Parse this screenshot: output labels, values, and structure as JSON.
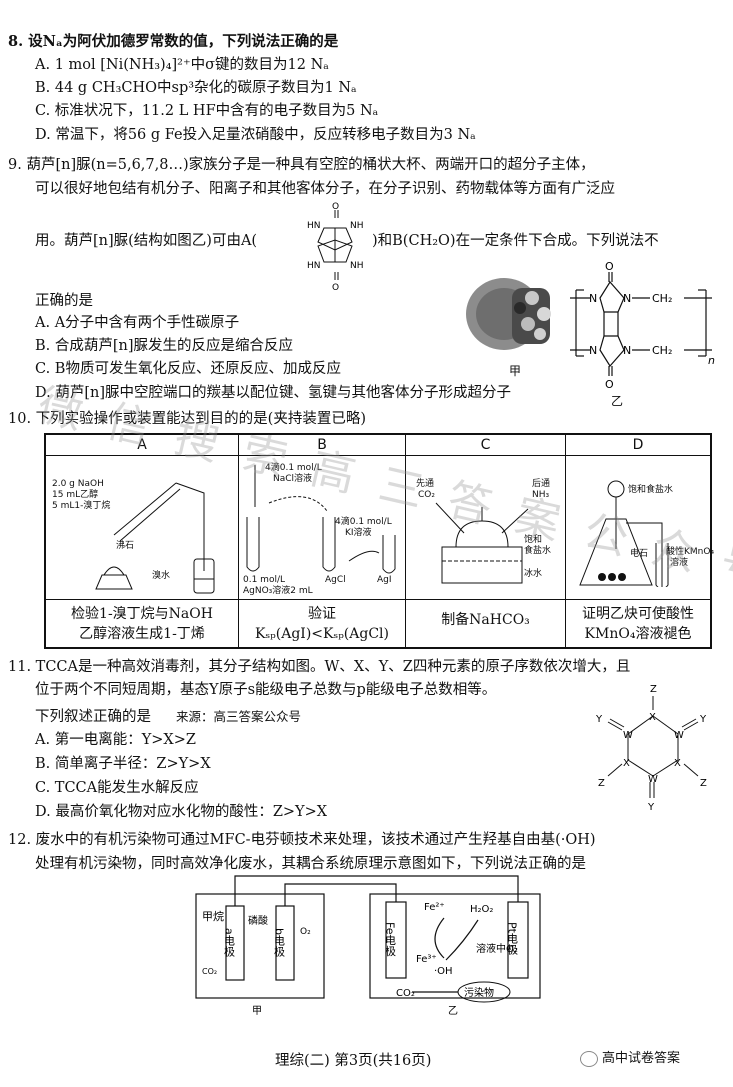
{
  "q8": {
    "stem": "8. 设Nₐ为阿伏加德罗常数的值，下列说法正确的是",
    "A": "A. 1 mol [Ni(NH₃)₄]²⁺中σ键的数目为12 Nₐ",
    "B": "B. 44 g CH₃CHO中sp³杂化的碳原子数目为1 Nₐ",
    "C": "C. 标准状况下，11.2 L HF中含有的电子数目为5 Nₐ",
    "D": "D. 常温下，将56 g Fe投入足量浓硝酸中，反应转移电子数目为3 Nₐ"
  },
  "q9": {
    "line1": "9. 葫芦[n]脲(n=5,6,7,8…)家族分子是一种具有空腔的桶状大杯、两端开口的超分子主体，",
    "line2": "可以很好地包结有机分子、阳离子和其他客体分子，在分子识别、药物载体等方面有广泛应",
    "line3a": "用。葫芦[n]脲(结构如图乙)可由A(",
    "line3b": ")和B(CH₂O)在一定条件下合成。下列说法不",
    "line4": "正确的是",
    "A": "A. A分子中含有两个手性碳原子",
    "B": "B. 合成葫芦[n]脲发生的反应是缩合反应",
    "C": "C. B物质可发生氧化反应、还原反应、加成反应",
    "D": "D. 葫芦[n]脲中空腔端口的羰基以配位键、氢键与其他客体分子形成超分子",
    "label_jia": "甲",
    "label_yi": "乙",
    "struct": {
      "O": "O",
      "NH": "NH",
      "HN": "HN",
      "N": "N",
      "CH2": "CH₂",
      "n": "n"
    }
  },
  "q10": {
    "stem": "10. 下列实验操作或装置能达到目的的是(夹持装置已略)",
    "cols": [
      {
        "letter": "A",
        "labels": [
          "2.0 g NaOH",
          "15 mL乙醇",
          "5 mL1-溴丁烷",
          "沸石",
          "溴水"
        ],
        "cap1": "检验1-溴丁烷与NaOH",
        "cap2": "乙醇溶液生成1-丁烯"
      },
      {
        "letter": "B",
        "labels": [
          "4滴0.1 mol/L",
          "NaCl溶液",
          "4滴0.1 mol/L",
          "KI溶液",
          "0.1 mol/L",
          "AgNO₃溶液2 mL",
          "AgCl",
          "AgI"
        ],
        "cap1": "验证",
        "cap2": "Kₛₚ(AgI)<Kₛₚ(AgCl)"
      },
      {
        "letter": "C",
        "labels": [
          "先通",
          "CO₂",
          "后通",
          "NH₃",
          "饱和",
          "食盐水",
          "冰水"
        ],
        "cap1": "制备NaHCO₃",
        "cap2": ""
      },
      {
        "letter": "D",
        "labels": [
          "饱和食盐水",
          "电石",
          "酸性KMnO₄",
          "溶液"
        ],
        "cap1": "证明乙炔可使酸性",
        "cap2": "KMnO₄溶液褪色"
      }
    ]
  },
  "q11": {
    "line1": "11. TCCA是一种高效消毒剂，其分子结构如图。W、X、Y、Z四种元素的原子序数依次增大，且",
    "line2": "位于两个不同短周期，基态Y原子s能级电子总数与p能级电子总数相等。",
    "line3": "下列叙述正确的是",
    "source": "来源：高三答案公众号",
    "A": "A. 第一电离能：Y>X>Z",
    "B": "B. 简单离子半径：Z>Y>X",
    "C": "C. TCCA能发生水解反应",
    "D": "D. 最高价氧化物对应水化物的酸性：Z>Y>X",
    "atoms": {
      "W": "W",
      "X": "X",
      "Y": "Y",
      "Z": "Z"
    }
  },
  "q12": {
    "line1": "12. 废水中的有机污染物可通过MFC-电芬顿技术来处理，该技术通过产生羟基自由基(·OH)",
    "line2": "处理有机污染物，同时高效净化废水，其耦合系统原理示意图如下，下列说法正确的是",
    "diagram": {
      "jiawan": "甲烷",
      "co2": "CO₂",
      "a": "a电极",
      "phos": "磷酸",
      "b": "b电极",
      "o2": "O₂",
      "fe_el": "Fe电极",
      "fe2": "Fe²⁺",
      "fe3": "Fe³⁺",
      "oh": "·OH",
      "h2o2": "H₂O₂",
      "sol_o2": "溶液中O₂",
      "pt_el": "Pt电极",
      "co2b": "CO₂",
      "pollutant": "污染物",
      "jia": "甲",
      "yi": "乙"
    }
  },
  "watermark": "微信搜索高三答案公众号",
  "footer": "理综(二)   第3页(共16页)",
  "footer_brand": "高中试卷答案"
}
